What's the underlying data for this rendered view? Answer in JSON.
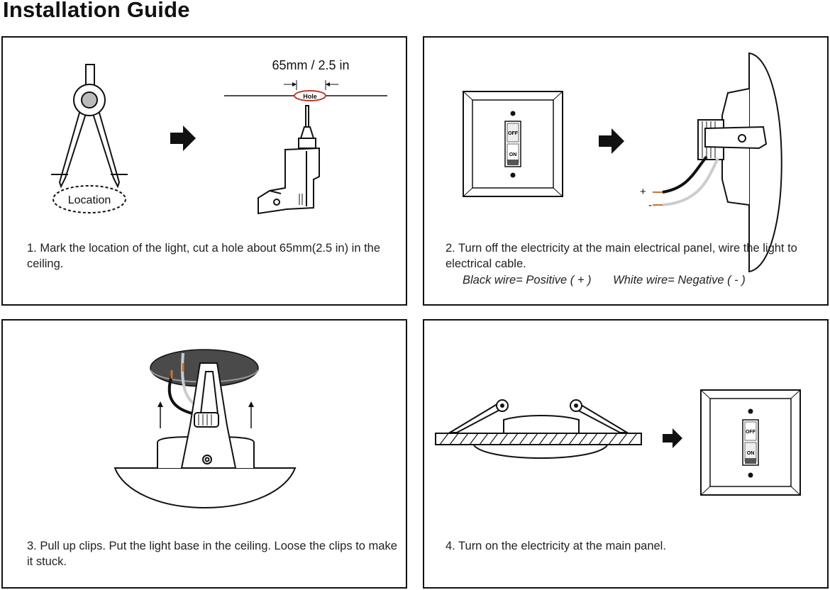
{
  "title": "Installation Guide",
  "steps": [
    {
      "caption": "1. Mark the location of the light, cut a hole about 65mm(2.5 in) in the ceiling.",
      "labels": {
        "location": "Location",
        "dimension": "65mm / 2.5 in",
        "hole": "Hole"
      }
    },
    {
      "caption": "2. Turn off the electricity at the main electrical panel, wire the light to electrical cable.",
      "labels": {
        "off": "OFF",
        "on": "ON",
        "plus": "+",
        "minus": "-"
      },
      "black_wire": "Black wire= Positive ( + )",
      "white_wire": "White wire= Negative ( - )"
    },
    {
      "caption": "3. Pull up clips. Put the light base in the ceiling. Loose the clips to make it stuck."
    },
    {
      "caption": "4. Turn on the electricity at the main panel.",
      "labels": {
        "off": "OFF",
        "on": "ON"
      }
    }
  ],
  "colors": {
    "line": "#111111",
    "hole_ring": "#c0392b",
    "ceiling": "#4a4a4a",
    "wire_copper": "#c87533"
  }
}
